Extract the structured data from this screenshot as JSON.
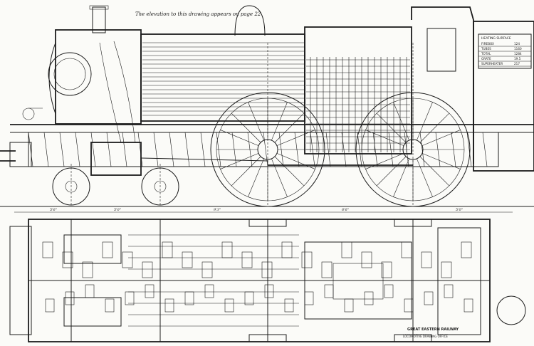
{
  "drawing": {
    "caption": "The elevation to this drawing appears on page 22",
    "heating_table": {
      "heading": "HEATING SURFACE",
      "rows": [
        {
          "label": "FIREBOX",
          "value": "124"
        },
        {
          "label": "TUBES",
          "value": "1160"
        },
        {
          "label": "TOTAL",
          "value": "1284"
        },
        {
          "label": "GRATE",
          "value": "19.5"
        },
        {
          "label": "SUPERHEATER",
          "value": "217"
        }
      ]
    },
    "railway_title": "GREAT EASTERN RAILWAY",
    "office_title": "LOCOMOTIVE DRAWING OFFICE",
    "dimension_labels": [
      "5'6\"",
      "5'0\"",
      "9'3\"",
      "6'6\"",
      "5'0\""
    ]
  }
}
